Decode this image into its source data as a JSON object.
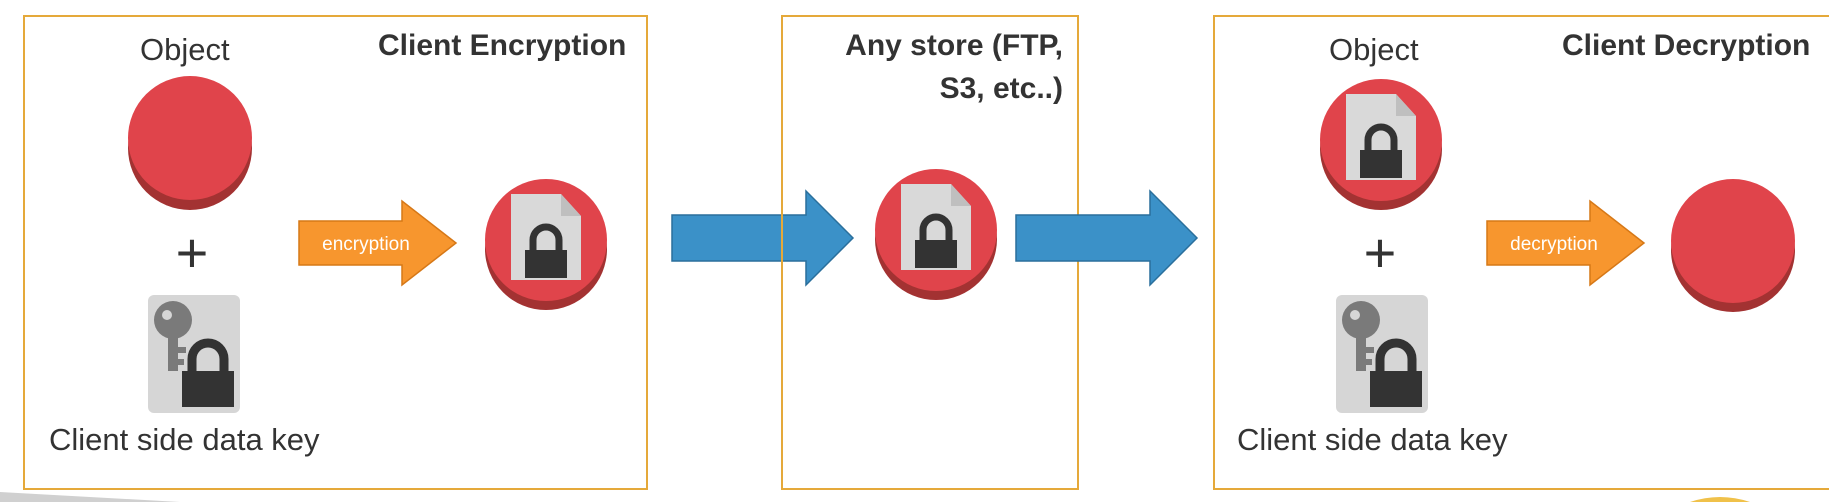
{
  "panels": {
    "encryption": {
      "title": "Client Encryption"
    },
    "store": {
      "title_line1": "Any store (FTP,",
      "title_line2": "S3, etc..)"
    },
    "decryption": {
      "title": "Client Decryption"
    }
  },
  "labels": {
    "object": "Object",
    "plus": "+",
    "key": "Client side data key",
    "encryption_arrow": "encryption",
    "decryption_arrow": "decryption"
  },
  "colors": {
    "object_red": "#e0444b",
    "object_shadow": "#a33232",
    "process_arrow": "#f7962e",
    "flow_arrow": "#3b91c8",
    "panel_border": "#e5a93a",
    "icon_dark": "#333333",
    "icon_gray": "#d6d6d6"
  }
}
